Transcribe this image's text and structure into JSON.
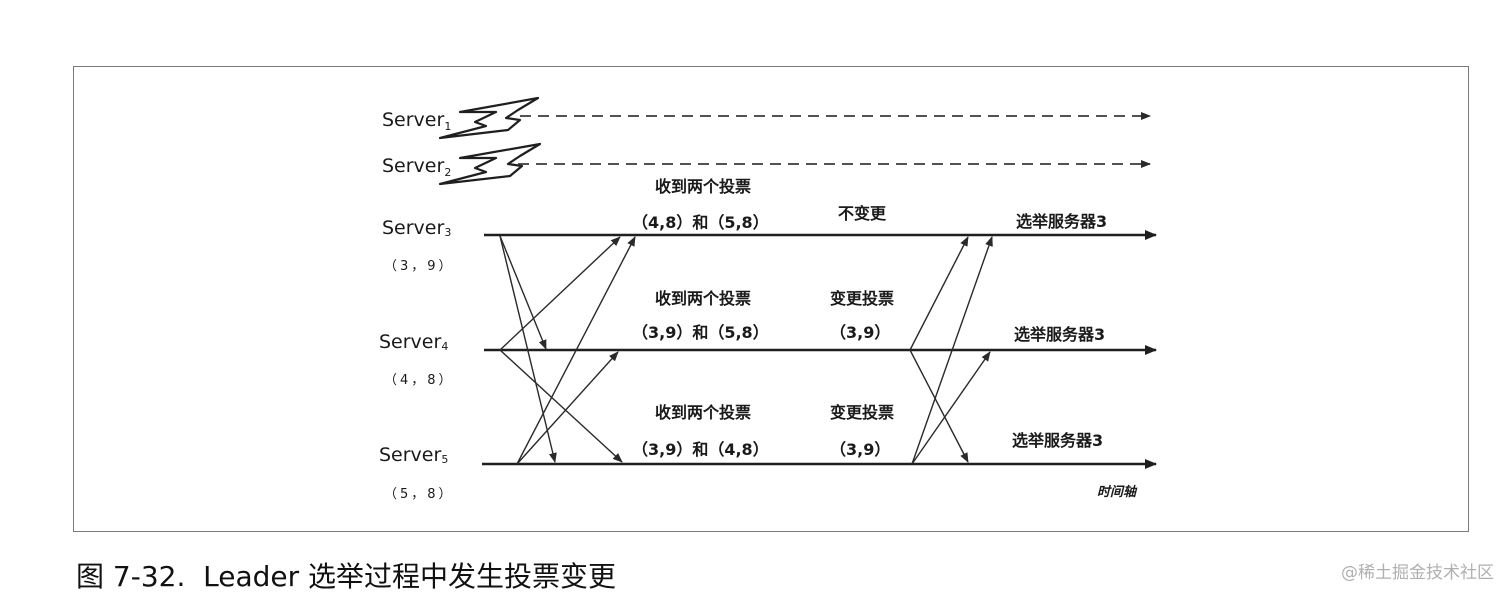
{
  "servers": [
    {
      "name": "Server",
      "sub": "1",
      "vote": "",
      "status": "down"
    },
    {
      "name": "Server",
      "sub": "2",
      "vote": "",
      "status": "down"
    },
    {
      "name": "Server",
      "sub": "3",
      "vote": "（3，9）",
      "status": "up"
    },
    {
      "name": "Server",
      "sub": "4",
      "vote": "（4，8）",
      "status": "up"
    },
    {
      "name": "Server",
      "sub": "5",
      "vote": "（5，8）",
      "status": "up"
    }
  ],
  "annotations": {
    "s3_received_title": "收到两个投票",
    "s3_received_votes": "（4,8）和（5,8）",
    "s3_change": "不变更",
    "s3_result": "选举服务器3",
    "s4_received_title": "收到两个投票",
    "s4_received_votes": "（3,9）和（5,8）",
    "s4_change": "变更投票",
    "s4_change_vote": "（3,9）",
    "s4_result": "选举服务器3",
    "s5_received_title": "收到两个投票",
    "s5_received_votes": "（3,9）和（4,8）",
    "s5_change": "变更投票",
    "s5_change_vote": "（3,9）",
    "s5_result": "选举服务器3"
  },
  "axis_label": "时间轴",
  "caption": "图 7-32.  Leader 选举过程中发生投票变更",
  "watermark": "@稀土掘金技术社区",
  "colors": {
    "line": "#1f1f1f",
    "dashed": "#3a3a3a",
    "frame": "#7a7a7a"
  }
}
